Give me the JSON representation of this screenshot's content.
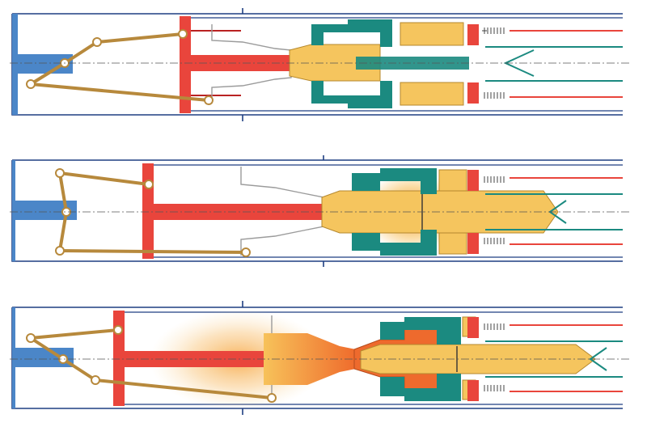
{
  "figure": {
    "kind": "mechanism-cutaway",
    "stages": [
      {
        "id": "stage-1",
        "state": "closed"
      },
      {
        "id": "stage-2",
        "state": "compressing"
      },
      {
        "id": "stage-3",
        "state": "firing"
      }
    ]
  },
  "colors": {
    "housing": "#1f3f82",
    "breech_block": "#4b86c8",
    "linkage": "#b7893c",
    "linkage_fill": "#e7c583",
    "piston": "#e9453c",
    "piston_rim": "#b92222",
    "barrel_teal": "#1b8a80",
    "brass": "#f5c55e",
    "brass_dark": "#b5882e",
    "flame_core": "#ee6a2d",
    "flame_glow": "#f6b23a",
    "chamber_outline": "#9b9b9b",
    "centerline": "#555555",
    "spring": "#444444"
  }
}
